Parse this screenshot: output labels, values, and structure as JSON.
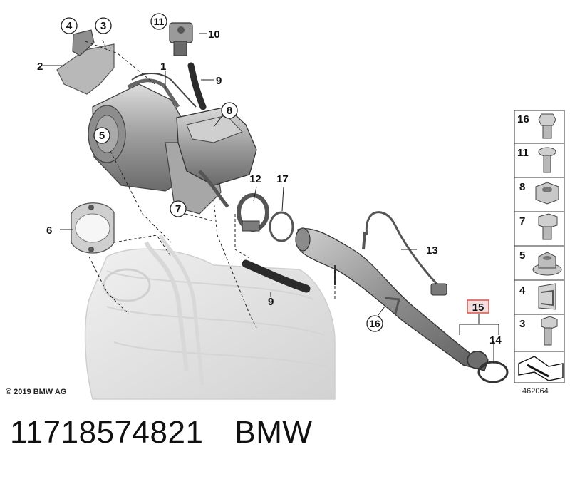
{
  "callouts": {
    "c1": "1",
    "c2": "2",
    "c3": "3",
    "c4": "4",
    "c5": "5",
    "c6": "6",
    "c7": "7",
    "c8": "8",
    "c9a": "9",
    "c9b": "9",
    "c10": "10",
    "c11": "11",
    "c12": "12",
    "c13": "13",
    "c14": "14",
    "c15": "15",
    "c16": "16",
    "c17": "17"
  },
  "hardware_panel": {
    "items": [
      {
        "label": "16",
        "icon": "hex-flange-bolt-icon"
      },
      {
        "label": "11",
        "icon": "torx-bolt-icon"
      },
      {
        "label": "8",
        "icon": "hex-nut-icon"
      },
      {
        "label": "7",
        "icon": "hex-bolt-icon"
      },
      {
        "label": "5",
        "icon": "flange-nut-icon"
      },
      {
        "label": "4",
        "icon": "spring-clip-icon"
      },
      {
        "label": "3",
        "icon": "stud-bolt-icon"
      }
    ]
  },
  "copyright": "© 2019 BMW AG",
  "diagram_number": "462064",
  "caption": {
    "part_number": "11718574821",
    "brand": "BMW"
  },
  "colors": {
    "highlight_box": "#d9534f",
    "highlight_fill": "#f2dede",
    "part_dark": "#5a5a5a",
    "part_mid": "#9a9a9a",
    "part_light": "#d6d6d6",
    "ghost": "#e2e2e2"
  }
}
